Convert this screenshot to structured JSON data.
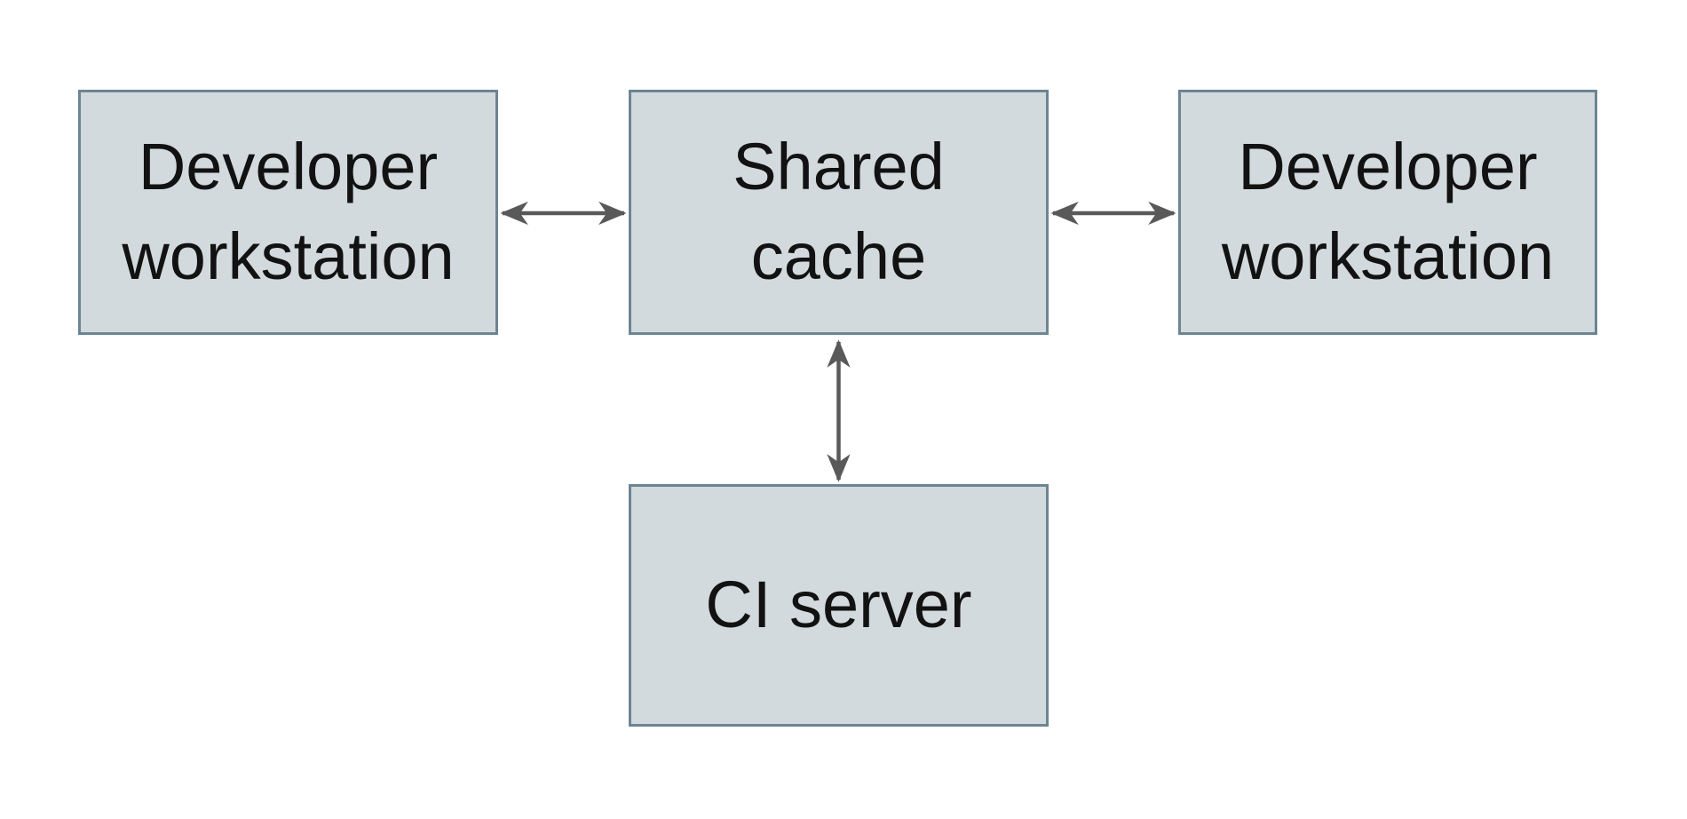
{
  "diagram": {
    "type": "architecture-topology",
    "nodes": [
      {
        "id": "dev-left",
        "label": "Developer\nworkstation"
      },
      {
        "id": "shared-cache",
        "label": "Shared\ncache"
      },
      {
        "id": "dev-right",
        "label": "Developer\nworkstation"
      },
      {
        "id": "ci-server",
        "label": "CI server"
      }
    ],
    "edges": [
      {
        "from": "dev-left",
        "to": "shared-cache",
        "bidirectional": true
      },
      {
        "from": "shared-cache",
        "to": "dev-right",
        "bidirectional": true
      },
      {
        "from": "shared-cache",
        "to": "ci-server",
        "bidirectional": true
      }
    ],
    "colors": {
      "background": "#ffffff",
      "node_fill": "#d3dade",
      "node_border": "#6d8593",
      "arrow": "#595959",
      "text": "#121212"
    }
  }
}
